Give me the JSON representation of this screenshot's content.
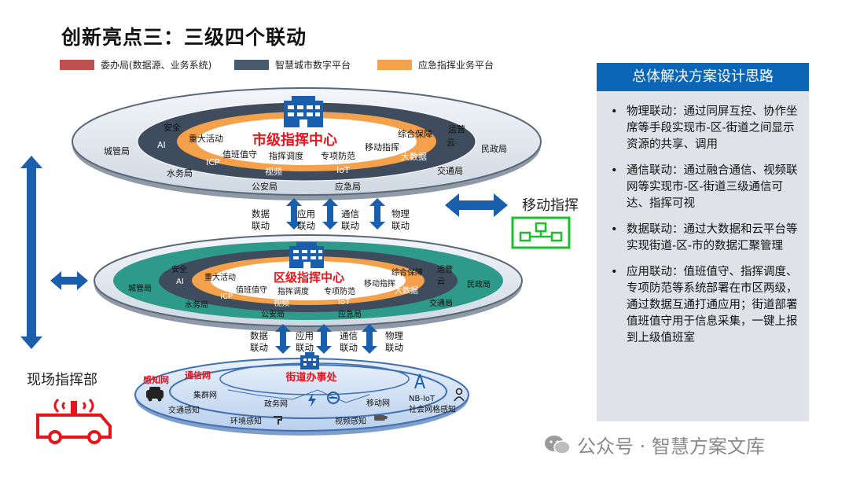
{
  "title": "创新亮点三：三级四个联动",
  "legend": [
    {
      "label": "委办局(数据源、业务系统)",
      "color": "#c0504d"
    },
    {
      "label": "智慧城市数字平台",
      "color": "#4a5a6e"
    },
    {
      "label": "应急指挥业务平台",
      "color": "#f5a04a"
    }
  ],
  "city_level": {
    "center": "市级指挥中心",
    "items": [
      "安全",
      "AI",
      "重大活动",
      "值班值守",
      "ICP",
      "指挥调度",
      "专项防范",
      "移动指挥",
      "综合保障",
      "运营",
      "云",
      "大数据",
      "视频",
      "IoT",
      "公安局",
      "应急局",
      "城管局",
      "水务局",
      "交通局",
      "民政局"
    ]
  },
  "links": [
    "数据\n联动",
    "应用\n联动",
    "通信\n联动",
    "物理\n联动"
  ],
  "district_level": {
    "center": "区级指挥中心",
    "items": [
      "安全",
      "AI",
      "重大活动",
      "值班值守",
      "ICP",
      "指挥调度",
      "专项防范",
      "移动指挥",
      "综合保障",
      "运营",
      "云",
      "大数据",
      "视频",
      "IoT",
      "公安局",
      "应急局",
      "城管局",
      "水务局",
      "交通局",
      "民政局"
    ]
  },
  "street_level": {
    "center": "街道办事处",
    "items": [
      "感知网",
      "通信网",
      "集群网",
      "政务网",
      "移动网",
      "NB-IoT",
      "交通感知",
      "环境感知",
      "视频感知",
      "社会网格感知"
    ]
  },
  "side": {
    "mobile": "移动指挥",
    "field": "现场指挥部"
  },
  "panel": {
    "heading": "总体解决方案设计思路",
    "bullets": [
      "物理联动：通过同屏互控、协作坐席等手段实现市-区-街道之间显示资源的共享、调用",
      "通信联动：通过融合通信、视频联网等实现市-区-街道三级通信可达、指挥可视",
      "数据联动：通过大数据和云平台等实现街道-区-市的数据汇聚管理",
      "应用联动：值班值守、指挥调度、专项防范等系统部署在市区两级，通过数据互通打通应用；街道部署值班值守用于信息采集，一键上报到上级值班室"
    ],
    "bullet_marker": "•"
  },
  "watermark": "公众号 · 智慧方案文库",
  "colors": {
    "accent_blue": "#0b66b8",
    "ring_dark": "#3e4c5e",
    "ring_orange": "#f5a04a",
    "ring_teal": "#2e9a8a",
    "alert_red": "#e8141c",
    "mobile_green": "#18c02a"
  }
}
